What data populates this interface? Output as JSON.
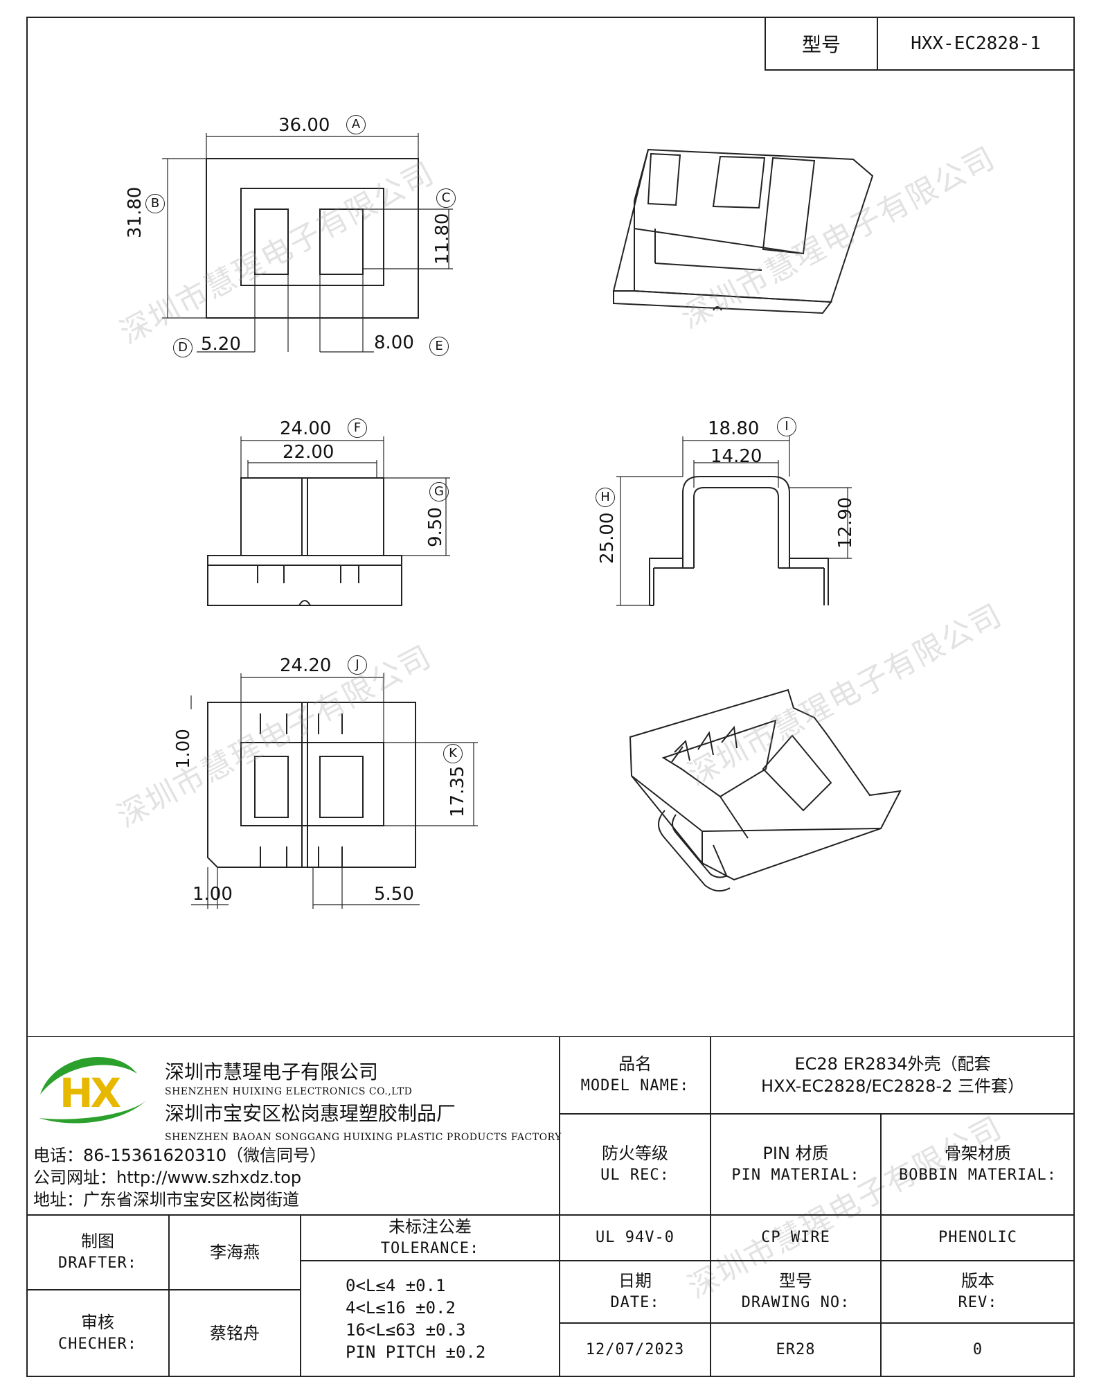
{
  "header": {
    "model_label": "型号",
    "model_value": "HXX-EC2828-1"
  },
  "watermark": "深圳市慧瑆电子有限公司",
  "dimensions": {
    "A": "36.00",
    "B": "31.80",
    "C": "11.80",
    "D": "5.20",
    "E": "8.00",
    "F": "24.00",
    "F_inner": "22.00",
    "G": "9.50",
    "I": "18.80",
    "I_inner": "14.20",
    "H": "25.00",
    "H_inner": "12.90",
    "J": "24.20",
    "K": "17.35",
    "left_1": "1.00",
    "bottom_1": "1.00",
    "bottom_2": "5.50"
  },
  "circles": {
    "A": "A",
    "B": "B",
    "C": "C",
    "D": "D",
    "E": "E",
    "F": "F",
    "G": "G",
    "H": "H",
    "I": "I",
    "J": "J",
    "K": "K"
  },
  "logo": {
    "text": "HX"
  },
  "company": {
    "name_cn": "深圳市慧瑆电子有限公司",
    "name_en": "SHENZHEN HUIXING ELECTRONICS CO.,LTD",
    "factory_cn": "深圳市宝安区松岗惠瑆塑胶制品厂",
    "factory_en": "SHENZHEN BAOAN SONGGANG HUIXING PLASTIC PRODUCTS FACTORY",
    "phone": "电话：86-15361620310（微信同号）",
    "website": "公司网址：http://www.szhxdz.top",
    "address": "地址：广东省深圳市宝安区松岗街道"
  },
  "title_block": {
    "model_name_cn": "品名",
    "model_name_en": "MODEL NAME:",
    "model_name_value_1": "EC28 ER2834外壳（配套",
    "model_name_value_2": "HXX-EC2828/EC2828-2 三件套）",
    "ul_cn": "防火等级",
    "ul_en": "UL REC:",
    "pin_cn": "PIN 材质",
    "pin_en": "PIN MATERIAL:",
    "bobbin_cn": "骨架材质",
    "bobbin_en": "BOBBIN MATERIAL:",
    "drafter_cn": "制图",
    "drafter_en": "DRAFTER:",
    "drafter_name": "李海燕",
    "checker_cn": "审核",
    "checker_en": "CHECHER:",
    "checker_name": "蔡铭舟",
    "tolerance_cn": "未标注公差",
    "tolerance_en": "TOLERANCE:",
    "tolerance_lines": [
      "0<L≤4  ±0.1",
      "4<L≤16 ±0.2",
      "16<L≤63 ±0.3",
      "PIN PITCH ±0.2"
    ],
    "ul_value": "UL 94V-0",
    "pin_value": "CP WIRE",
    "bobbin_value": "PHENOLIC",
    "date_cn": "日期",
    "date_en": "DATE:",
    "drawing_cn": "型号",
    "drawing_en": "DRAWING NO:",
    "rev_cn": "版本",
    "rev_en": "REV:",
    "date_value": "12/07/2023",
    "drawing_value": "ER28",
    "rev_value": "0"
  }
}
